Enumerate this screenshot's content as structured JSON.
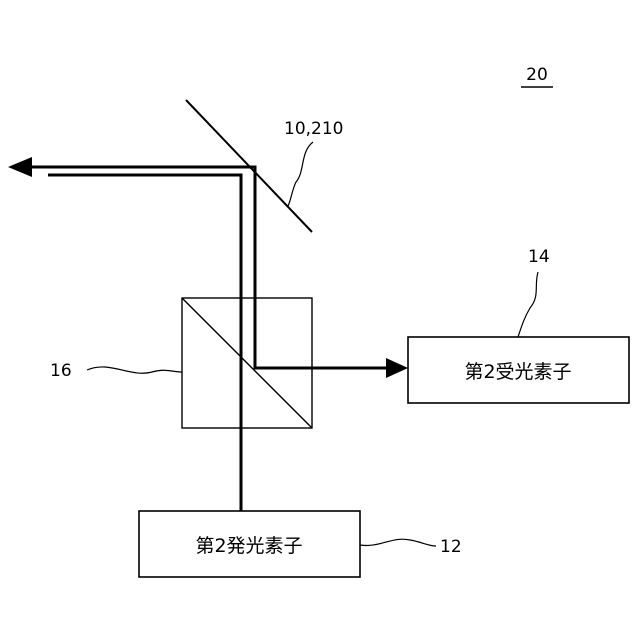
{
  "figure_number": "20",
  "labels": {
    "mirror": "10,210",
    "receiver": "14",
    "beam_splitter": "16",
    "emitter": "12"
  },
  "boxes": {
    "receiver_text": "第2受光素子",
    "emitter_text": "第2発光素子"
  }
}
